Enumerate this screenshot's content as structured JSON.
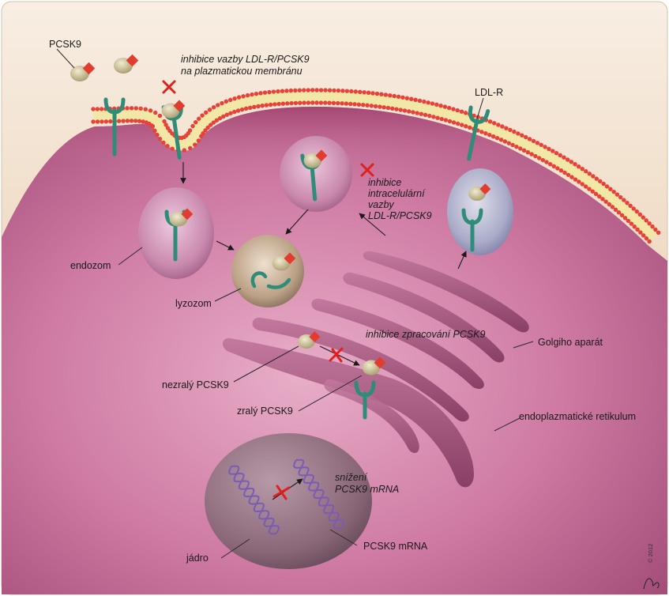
{
  "labels": {
    "pcsk9": "PCSK9",
    "ldlr": "LDL-R",
    "inhib_membrane_1": "inhibice vazby LDL-R/PCSK9",
    "inhib_membrane_2": "na plazmatickou membránu",
    "inhib_intra_1": "inhibice",
    "inhib_intra_2": "intracelulární",
    "inhib_intra_3": "vazby",
    "inhib_intra_4": "LDL-R/PCSK9",
    "endozom": "endozom",
    "lyzozom": "lyzozom",
    "inhib_processing": "inhibice zpracování PCSK9",
    "golgi": "Golgiho aparát",
    "immature_pcsk9": "nezralý PCSK9",
    "mature_pcsk9": "zralý PCSK9",
    "er": "endoplazmatické retikulum",
    "reduce_1": "snížení",
    "reduce_2": "PCSK9 mRNA",
    "nucleus": "jádro",
    "mrna": "PCSK9 mRNA",
    "copyright": "© 2012"
  },
  "colors": {
    "frame_top": "#f7ece0",
    "frame_bottom": "#e6c8a4",
    "cytoplasm": "#c9709a",
    "membrane_dot": "#e8413a",
    "membrane_band": "#f3ebb0",
    "receptor": "#2e8c78",
    "pcsk9_body": "#d8cfa6",
    "pcsk9_tip": "#e23b2f",
    "block_mark": "#e0201c",
    "dna": "#7a5bb5"
  }
}
